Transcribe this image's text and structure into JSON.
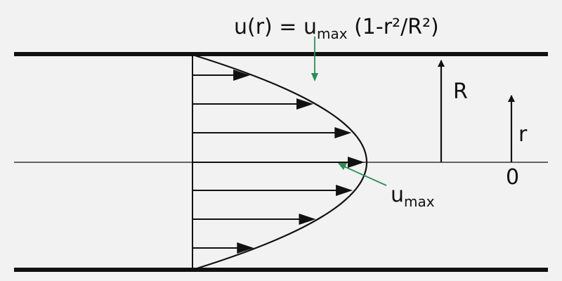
{
  "diagram": {
    "formula": {
      "prefix": "u(r) = u",
      "subscript": "max",
      "suffix": " (1-r²/R²)"
    },
    "umax_label": {
      "main": "u",
      "subscript": "max"
    },
    "radius_label": "R",
    "coordinate_label": "r",
    "origin_label": "0",
    "colors": {
      "background": "#f2f2f2",
      "lines": "#111111",
      "annotation": "#2e8b57"
    }
  }
}
